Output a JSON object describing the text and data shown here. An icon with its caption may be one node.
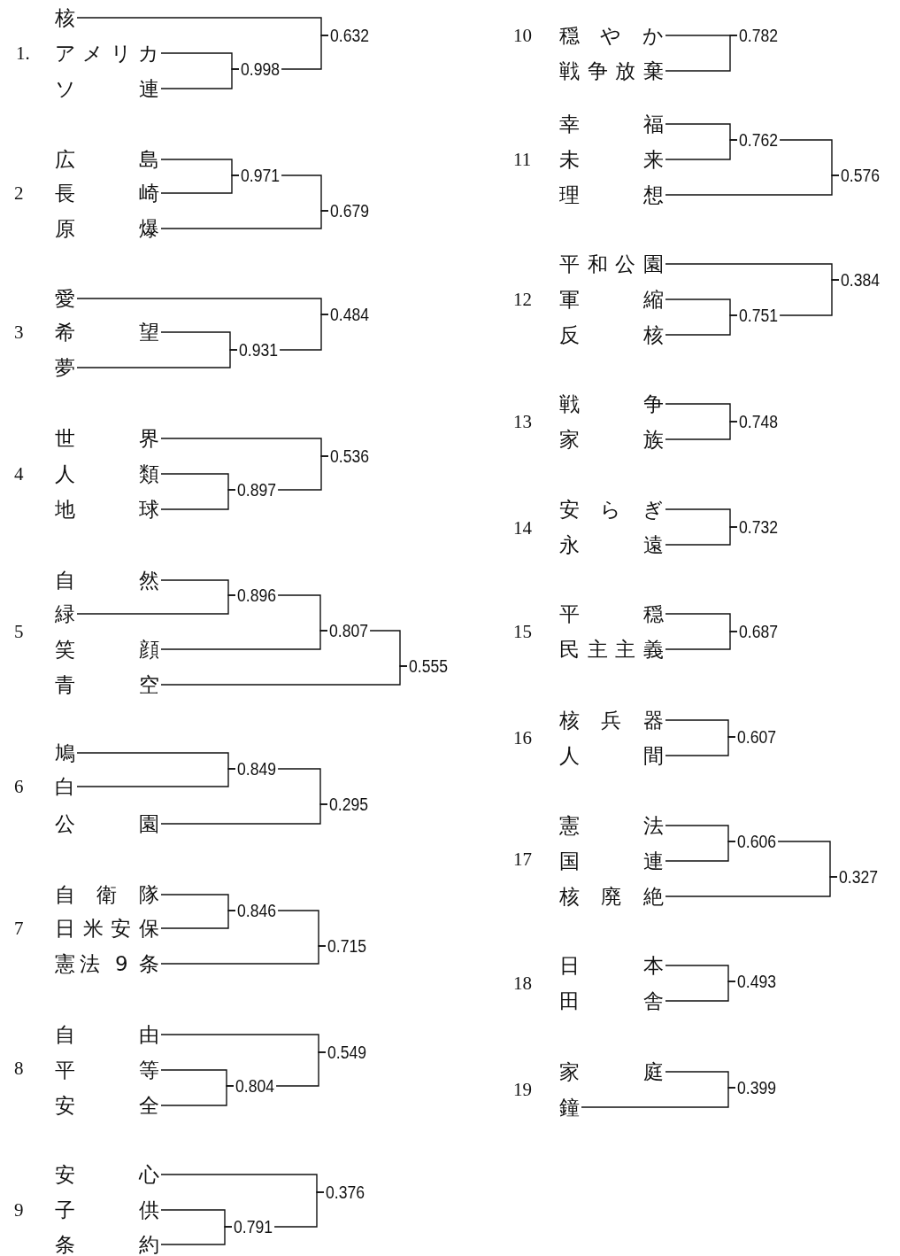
{
  "diagram": {
    "nodes": [
      {
        "text": [
          "核"
        ]
      },
      {
        "text": [
          "アメリカ"
        ]
      },
      {
        "text": [
          "ソ 連"
        ]
      },
      {
        "text": [
          "0.998"
        ]
      },
      {
        "text": [
          "0.632"
        ]
      },
      {
        "text": [
          "広 島"
        ]
      },
      {
        "text": [
          "長 崎"
        ]
      },
      {
        "text": [
          "原 爆"
        ]
      },
      {
        "text": [
          "0.971"
        ]
      },
      {
        "text": [
          "0.679"
        ]
      },
      {
        "text": [
          "愛"
        ]
      },
      {
        "text": [
          "希 望"
        ]
      },
      {
        "text": [
          "夢"
        ]
      },
      {
        "text": [
          "0.931"
        ]
      },
      {
        "text": [
          "0.484"
        ]
      },
      {
        "text": [
          "世 界"
        ]
      },
      {
        "text": [
          "人 類"
        ]
      },
      {
        "text": [
          "地 球"
        ]
      },
      {
        "text": [
          "0.897"
        ]
      },
      {
        "text": [
          "0.536"
        ]
      },
      {
        "text": [
          "自 然"
        ]
      },
      {
        "text": [
          "緑"
        ]
      },
      {
        "text": [
          "笑 顔"
        ]
      },
      {
        "text": [
          "青 空"
        ]
      },
      {
        "text": [
          "0.896"
        ]
      },
      {
        "text": [
          "0.807"
        ]
      },
      {
        "text": [
          "0.555"
        ]
      },
      {
        "text": [
          "鳩"
        ]
      },
      {
        "text": [
          "白"
        ]
      },
      {
        "text": [
          "公 園"
        ]
      },
      {
        "text": [
          "0.849"
        ]
      },
      {
        "text": [
          "0.295"
        ]
      },
      {
        "text": [
          "自 衛 隊"
        ]
      },
      {
        "text": [
          "日米安保"
        ]
      },
      {
        "text": [
          "憲法 9 条"
        ]
      },
      {
        "text": [
          "0.846"
        ]
      },
      {
        "text": [
          "0.715"
        ]
      },
      {
        "text": [
          "自 由"
        ]
      },
      {
        "text": [
          "平 等"
        ]
      },
      {
        "text": [
          "安 全"
        ]
      },
      {
        "text": [
          "0.804"
        ]
      },
      {
        "text": [
          "0.549"
        ]
      },
      {
        "text": [
          "安 心"
        ]
      },
      {
        "text": [
          "子 供"
        ]
      },
      {
        "text": [
          "条 約"
        ]
      },
      {
        "text": [
          "0.791"
        ]
      },
      {
        "text": [
          "0.376"
        ]
      },
      {
        "text": [
          "穏 や か"
        ]
      },
      {
        "text": [
          "戦争放棄"
        ]
      },
      {
        "text": [
          "0.782"
        ]
      },
      {
        "text": [
          "幸 福"
        ]
      },
      {
        "text": [
          "未 来"
        ]
      },
      {
        "text": [
          "理 想"
        ]
      },
      {
        "text": [
          "0.762"
        ]
      },
      {
        "text": [
          "0.576"
        ]
      },
      {
        "text": [
          "平和公園"
        ]
      },
      {
        "text": [
          "軍 縮"
        ]
      },
      {
        "text": [
          "反 核"
        ]
      },
      {
        "text": [
          "0.751"
        ]
      },
      {
        "text": [
          "0.384"
        ]
      },
      {
        "text": [
          "戦 争"
        ]
      },
      {
        "text": [
          "家 族"
        ]
      },
      {
        "text": [
          "0.748"
        ]
      },
      {
        "text": [
          "安 ら ぎ"
        ]
      },
      {
        "text": [
          "永 遠"
        ]
      },
      {
        "text": [
          "0.732"
        ]
      },
      {
        "text": [
          "平 穏"
        ]
      },
      {
        "text": [
          "民主主義"
        ]
      },
      {
        "text": [
          "0.687"
        ]
      },
      {
        "text": [
          "核 兵 器"
        ]
      },
      {
        "text": [
          "人 間"
        ]
      },
      {
        "text": [
          "0.607"
        ]
      },
      {
        "text": [
          "憲 法"
        ]
      },
      {
        "text": [
          "国 連"
        ]
      },
      {
        "text": [
          "核 廃 絶"
        ]
      },
      {
        "text": [
          "0.606"
        ]
      },
      {
        "text": [
          "0.327"
        ]
      },
      {
        "text": [
          "日 本"
        ]
      },
      {
        "text": [
          "田 舎"
        ]
      },
      {
        "text": [
          "0.493"
        ]
      },
      {
        "text": [
          "家 庭"
        ]
      },
      {
        "text": [
          "鐘"
        ]
      },
      {
        "text": [
          "0.399"
        ]
      }
    ],
    "edges": [
      {
        "from": 0,
        "to": 4,
        "arrow": "none"
      },
      {
        "from": 1,
        "to": 3,
        "arrow": "none"
      },
      {
        "from": 2,
        "to": 3,
        "arrow": "none"
      },
      {
        "from": 3,
        "to": 4,
        "arrow": "none"
      },
      {
        "from": 5,
        "to": 8,
        "arrow": "none"
      },
      {
        "from": 6,
        "to": 8,
        "arrow": "none"
      },
      {
        "from": 7,
        "to": 9,
        "arrow": "none"
      },
      {
        "from": 8,
        "to": 9,
        "arrow": "none"
      },
      {
        "from": 10,
        "to": 14,
        "arrow": "none"
      },
      {
        "from": 11,
        "to": 13,
        "arrow": "none"
      },
      {
        "from": 12,
        "to": 13,
        "arrow": "none"
      },
      {
        "from": 13,
        "to": 14,
        "arrow": "none"
      },
      {
        "from": 15,
        "to": 19,
        "arrow": "none"
      },
      {
        "from": 16,
        "to": 18,
        "arrow": "none"
      },
      {
        "from": 17,
        "to": 18,
        "arrow": "none"
      },
      {
        "from": 18,
        "to": 19,
        "arrow": "none"
      },
      {
        "from": 20,
        "to": 24,
        "arrow": "none"
      },
      {
        "from": 21,
        "to": 24,
        "arrow": "none"
      },
      {
        "from": 24,
        "to": 25,
        "arrow": "none"
      },
      {
        "from": 22,
        "to": 25,
        "arrow": "none"
      },
      {
        "from": 25,
        "to": 26,
        "arrow": "none"
      },
      {
        "from": 23,
        "to": 26,
        "arrow": "none"
      },
      {
        "from": 27,
        "to": 30,
        "arrow": "none"
      },
      {
        "from": 28,
        "to": 30,
        "arrow": "none"
      },
      {
        "from": 29,
        "to": 31,
        "arrow": "none"
      },
      {
        "from": 30,
        "to": 31,
        "arrow": "none"
      },
      {
        "from": 32,
        "to": 35,
        "arrow": "none"
      },
      {
        "from": 33,
        "to": 35,
        "arrow": "none"
      },
      {
        "from": 34,
        "to": 36,
        "arrow": "none"
      },
      {
        "from": 35,
        "to": 36,
        "arrow": "none"
      },
      {
        "from": 37,
        "to": 41,
        "arrow": "none"
      },
      {
        "from": 38,
        "to": 40,
        "arrow": "none"
      },
      {
        "from": 39,
        "to": 40,
        "arrow": "none"
      },
      {
        "from": 40,
        "to": 41,
        "arrow": "none"
      },
      {
        "from": 42,
        "to": 46,
        "arrow": "none"
      },
      {
        "from": 43,
        "to": 45,
        "arrow": "none"
      },
      {
        "from": 44,
        "to": 45,
        "arrow": "none"
      },
      {
        "from": 45,
        "to": 46,
        "arrow": "none"
      },
      {
        "from": 47,
        "to": 49,
        "arrow": "none"
      },
      {
        "from": 48,
        "to": 49,
        "arrow": "none"
      },
      {
        "from": 50,
        "to": 53,
        "arrow": "none"
      },
      {
        "from": 51,
        "to": 53,
        "arrow": "none"
      },
      {
        "from": 52,
        "to": 54,
        "arrow": "none"
      },
      {
        "from": 53,
        "to": 54,
        "arrow": "none"
      },
      {
        "from": 55,
        "to": 59,
        "arrow": "none"
      },
      {
        "from": 56,
        "to": 58,
        "arrow": "none"
      },
      {
        "from": 57,
        "to": 58,
        "arrow": "none"
      },
      {
        "from": 58,
        "to": 59,
        "arrow": "none"
      },
      {
        "from": 60,
        "to": 62,
        "arrow": "none"
      },
      {
        "from": 61,
        "to": 62,
        "arrow": "none"
      },
      {
        "from": 63,
        "to": 65,
        "arrow": "none"
      },
      {
        "from": 64,
        "to": 65,
        "arrow": "none"
      },
      {
        "from": 66,
        "to": 68,
        "arrow": "none"
      },
      {
        "from": 67,
        "to": 68,
        "arrow": "none"
      },
      {
        "from": 69,
        "to": 71,
        "arrow": "none"
      },
      {
        "from": 70,
        "to": 71,
        "arrow": "none"
      },
      {
        "from": 72,
        "to": 75,
        "arrow": "none"
      },
      {
        "from": 73,
        "to": 75,
        "arrow": "none"
      },
      {
        "from": 74,
        "to": 76,
        "arrow": "none"
      },
      {
        "from": 75,
        "to": 76,
        "arrow": "none"
      },
      {
        "from": 77,
        "to": 79,
        "arrow": "none"
      },
      {
        "from": 78,
        "to": 79,
        "arrow": "none"
      },
      {
        "from": 80,
        "to": 82,
        "arrow": "none"
      },
      {
        "from": 81,
        "to": 82,
        "arrow": "none"
      }
    ],
    "labels": [
      "1.",
      "2",
      "3",
      "4",
      "5",
      "6",
      "7",
      "8",
      "9",
      "10",
      "11",
      "12",
      "13",
      "14",
      "15",
      "16",
      "17",
      "18",
      "19"
    ]
  }
}
